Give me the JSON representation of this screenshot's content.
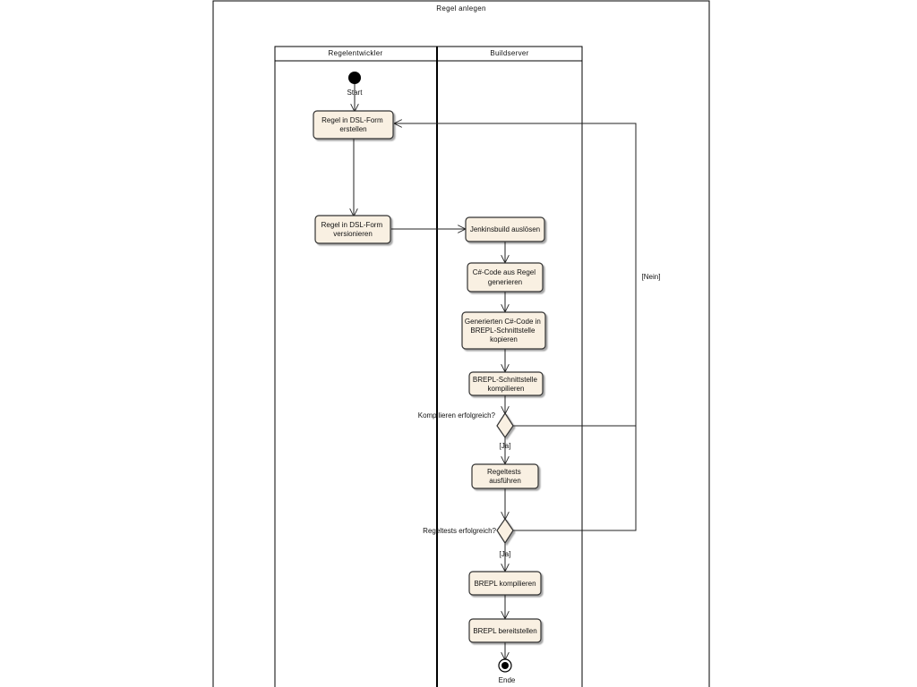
{
  "diagram": {
    "title": "Regel anlegen",
    "lanes": [
      "Regelentwickler",
      "Buildserver"
    ],
    "start_label": "Start",
    "end_label": "Ende",
    "actions": {
      "a1": [
        "Regel in DSL-Form",
        "erstellen"
      ],
      "a2": [
        "Regel in DSL-Form",
        "versionieren"
      ],
      "a3": [
        "Jenkinsbuild auslösen"
      ],
      "a4": [
        "C#-Code aus Regel",
        "generieren"
      ],
      "a5": [
        "Generierten C#-Code in",
        "BREPL-Schnittstelle",
        "kopieren"
      ],
      "a6": [
        "BREPL-Schnittstelle",
        "kompilieren"
      ],
      "a7": [
        "Regeltests",
        "ausführen"
      ],
      "a8": [
        "BREPL kompilieren"
      ],
      "a9": [
        "BREPL bereitstellen"
      ]
    },
    "decisions": {
      "d1": "Kompilieren erfolgreich?",
      "d2": "Regeltests erfolgreich?"
    },
    "guards": {
      "yes1": "[Ja]",
      "yes2": "[Ja]",
      "no": "[Nein]"
    }
  }
}
